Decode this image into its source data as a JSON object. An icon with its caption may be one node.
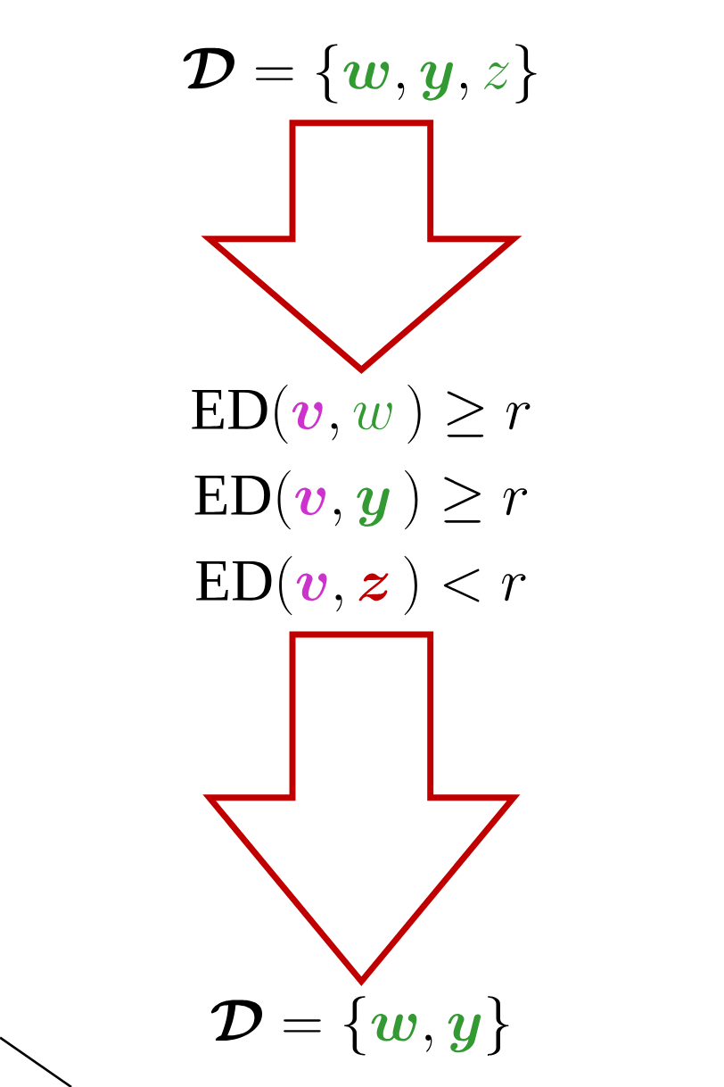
{
  "diagram": {
    "nodes": [
      {
        "text": [
          "\\boldsymbol{\\mathcal{D}} = \\{\\textcolor[HTML]{339933}{\\boldsymbol{w}}, \\textcolor[HTML]{339933}{\\boldsymbol{y}}, \\textcolor[HTML]{339933}{z}\\}"
        ]
      },
      {
        "text": [
          "\\mathrm{ED}(\\textcolor[HTML]{CC33CC}{\\boldsymbol{v}}, \\textcolor[HTML]{339933}{w}\\,) \\geq r",
          "\\mathrm{ED}(\\textcolor[HTML]{CC33CC}{\\boldsymbol{v}}, \\textcolor[HTML]{339933}{\\boldsymbol{y}}\\,) \\geq r",
          "\\mathrm{ED}(\\textcolor[HTML]{CC33CC}{\\boldsymbol{v}}, \\textcolor[HTML]{C00000}{\\boldsymbol{z}}\\,) < r"
        ]
      },
      {
        "text": [
          "\\boldsymbol{\\mathcal{D}} = \\{\\textcolor[HTML]{339933}{\\boldsymbol{w}}, \\textcolor[HTML]{339933}{\\boldsymbol{y}}\\}"
        ]
      }
    ],
    "edges": [
      {
        "from": 0,
        "to": 1,
        "arrow": "to",
        "color": "#c00000"
      },
      {
        "from": 1,
        "to": 2,
        "arrow": "to",
        "color": "#c00000"
      }
    ]
  }
}
